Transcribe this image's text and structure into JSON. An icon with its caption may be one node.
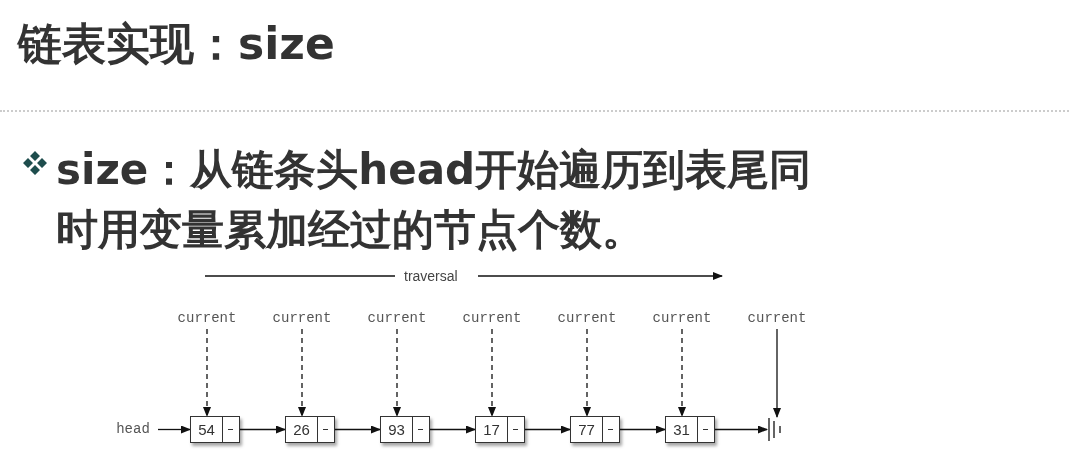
{
  "diagram": {
    "title": "链表实现：size",
    "nodes": [
      {
        "text": [
          "head"
        ]
      },
      {
        "text": [
          "54"
        ]
      },
      {
        "text": [
          "26"
        ]
      },
      {
        "text": [
          "93"
        ]
      },
      {
        "text": [
          "17"
        ]
      },
      {
        "text": [
          "77"
        ]
      },
      {
        "text": [
          "31"
        ]
      },
      {
        "text": [],
        "shape": "ground"
      },
      {
        "text": [
          "current"
        ]
      },
      {
        "text": [
          "current"
        ]
      },
      {
        "text": [
          "current"
        ]
      },
      {
        "text": [
          "current"
        ]
      },
      {
        "text": [
          "current"
        ]
      },
      {
        "text": [
          "current"
        ]
      },
      {
        "text": [
          "current"
        ]
      }
    ],
    "edges": [
      {
        "from": 0,
        "to": 1,
        "arrow": "to"
      },
      {
        "from": 1,
        "to": 2,
        "arrow": "to"
      },
      {
        "from": 2,
        "to": 3,
        "arrow": "to"
      },
      {
        "from": 3,
        "to": 4,
        "arrow": "to"
      },
      {
        "from": 4,
        "to": 5,
        "arrow": "to"
      },
      {
        "from": 5,
        "to": 6,
        "arrow": "to"
      },
      {
        "from": 6,
        "to": 7,
        "arrow": "to"
      },
      {
        "from": 8,
        "to": 1,
        "arrow": "to",
        "style": "dashed"
      },
      {
        "from": 9,
        "to": 2,
        "arrow": "to",
        "style": "dashed"
      },
      {
        "from": 10,
        "to": 3,
        "arrow": "to",
        "style": "dashed"
      },
      {
        "from": 11,
        "to": 4,
        "arrow": "to",
        "style": "dashed"
      },
      {
        "from": 12,
        "to": 5,
        "arrow": "to",
        "style": "dashed"
      },
      {
        "from": 13,
        "to": 6,
        "arrow": "to",
        "style": "dashed"
      },
      {
        "from": 14,
        "to": 7,
        "arrow": "to"
      }
    ],
    "labels": [
      "size：从链条头head开始遍历到表尾同时用变量累加经过的节点个数。",
      "traversal"
    ]
  }
}
